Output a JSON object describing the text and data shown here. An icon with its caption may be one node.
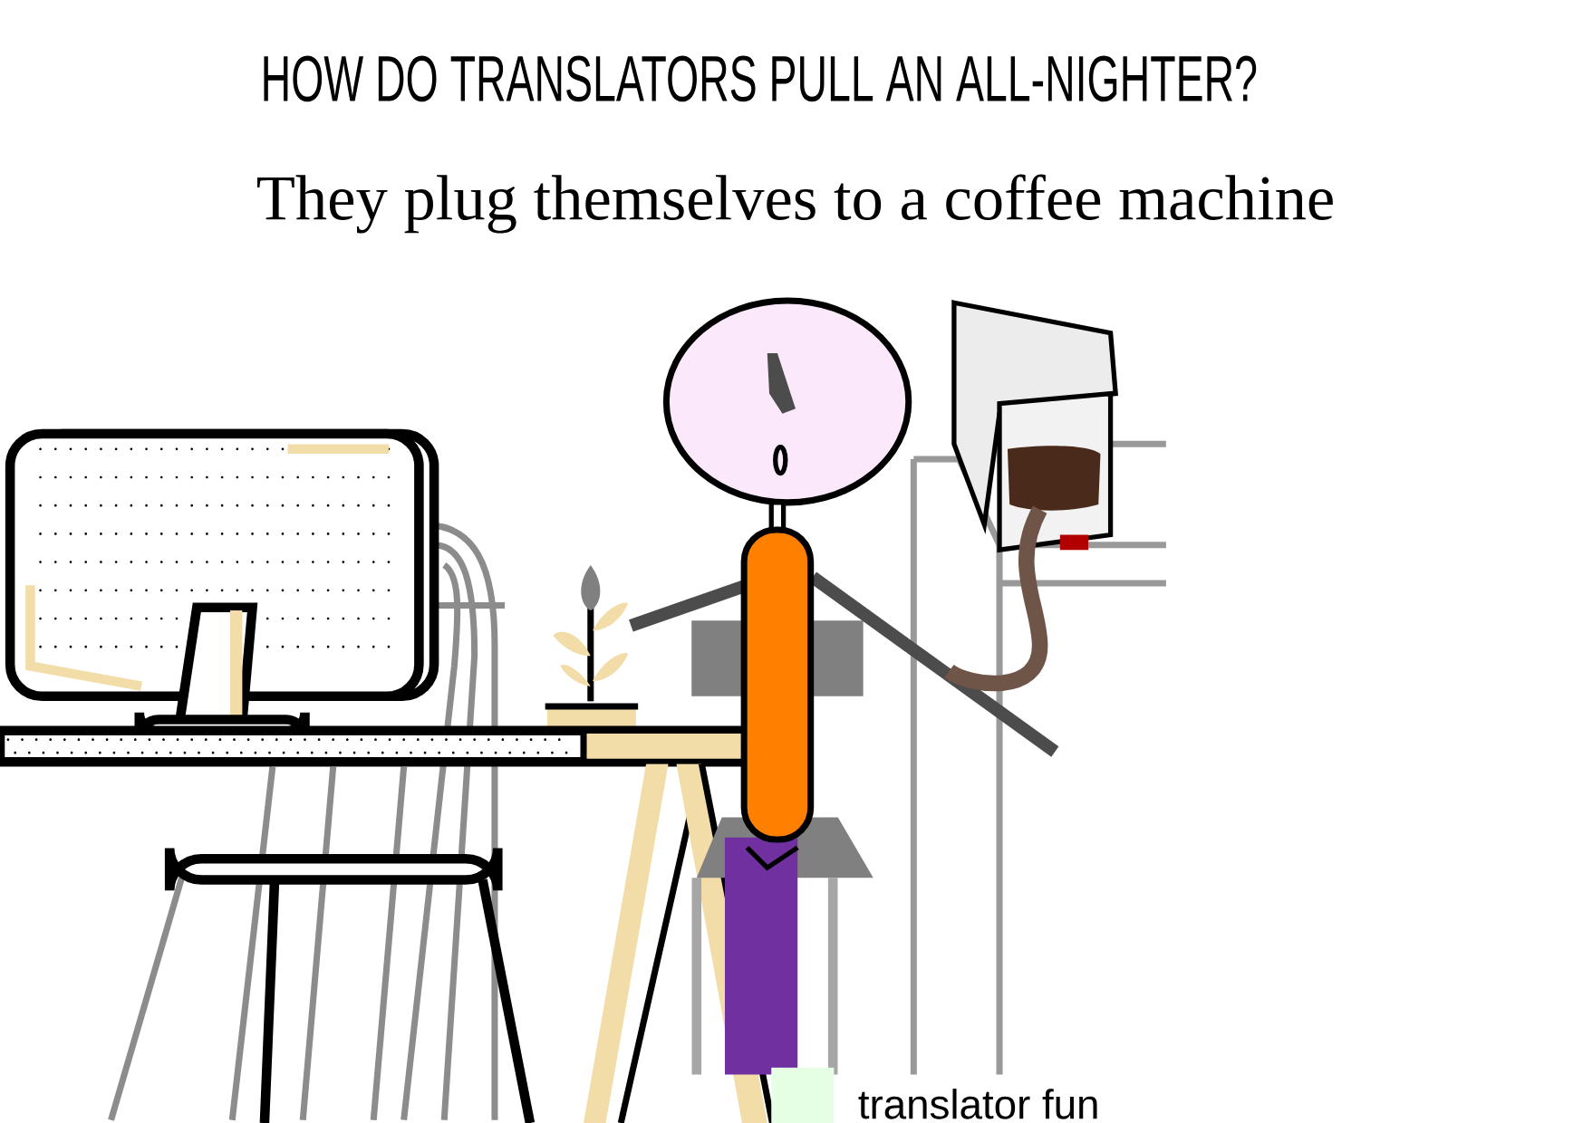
{
  "diagram": {
    "title": "HOW DO TRANSLATORS PULL AN ALL-NIGHTER?",
    "caption": "They plug themselves to a coffee machine",
    "labels": [
      "translator fun"
    ]
  }
}
